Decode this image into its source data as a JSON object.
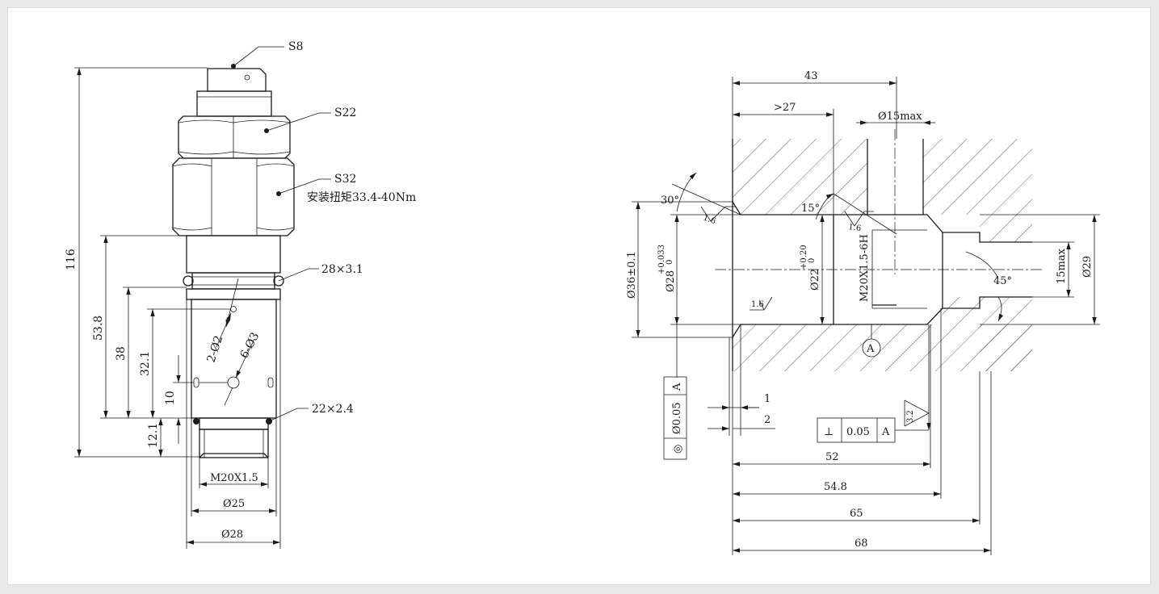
{
  "left_view": {
    "labels": {
      "s8": "S8",
      "s22": "S22",
      "s32": "S32",
      "torque": "安装扭矩33.4-40Nm",
      "oring_upper": "28×3.1",
      "oring_lower": "22×2.4",
      "hole_small": "2-Ø2",
      "hole_large": "6-Ø3"
    },
    "dimensions": {
      "overall": "116",
      "d53_8": "53.8",
      "d38": "38",
      "d32_1": "32.1",
      "d10": "10",
      "d12_1": "12.1",
      "thread": "M20X1.5",
      "dia25": "Ø25",
      "dia28": "Ø28"
    }
  },
  "right_view": {
    "dimensions": {
      "d43": "43",
      "d27": ">27",
      "d15max": "Ø15max",
      "angle30": "30°",
      "angle15": "15°",
      "angle45": "45°",
      "rough_a": "1.6",
      "rough_b": "1.6",
      "rough_c": "1.6",
      "rough_d": "3.2",
      "dia36": "Ø36±0.1",
      "dia28": "Ø28",
      "dia28_tol_upper": "+0.033",
      "dia28_tol_lower": "0",
      "dia22": "Ø22",
      "dia22_tol_upper": "+0.20",
      "dia22_tol_lower": "0",
      "thread": "M20X1.5-6H",
      "d15max_v": "15max",
      "dia29": "Ø29",
      "datum": "A",
      "d1": "1",
      "d2": "2",
      "d52": "52",
      "d54_8": "54.8",
      "d65": "65",
      "d68": "68"
    },
    "tolerance_frames": {
      "concentricity": {
        "symbol": "◎",
        "value": "Ø0.05",
        "datum": "A"
      },
      "perpendicularity": {
        "symbol": "⊥",
        "value": "0.05",
        "datum": "A"
      }
    }
  }
}
